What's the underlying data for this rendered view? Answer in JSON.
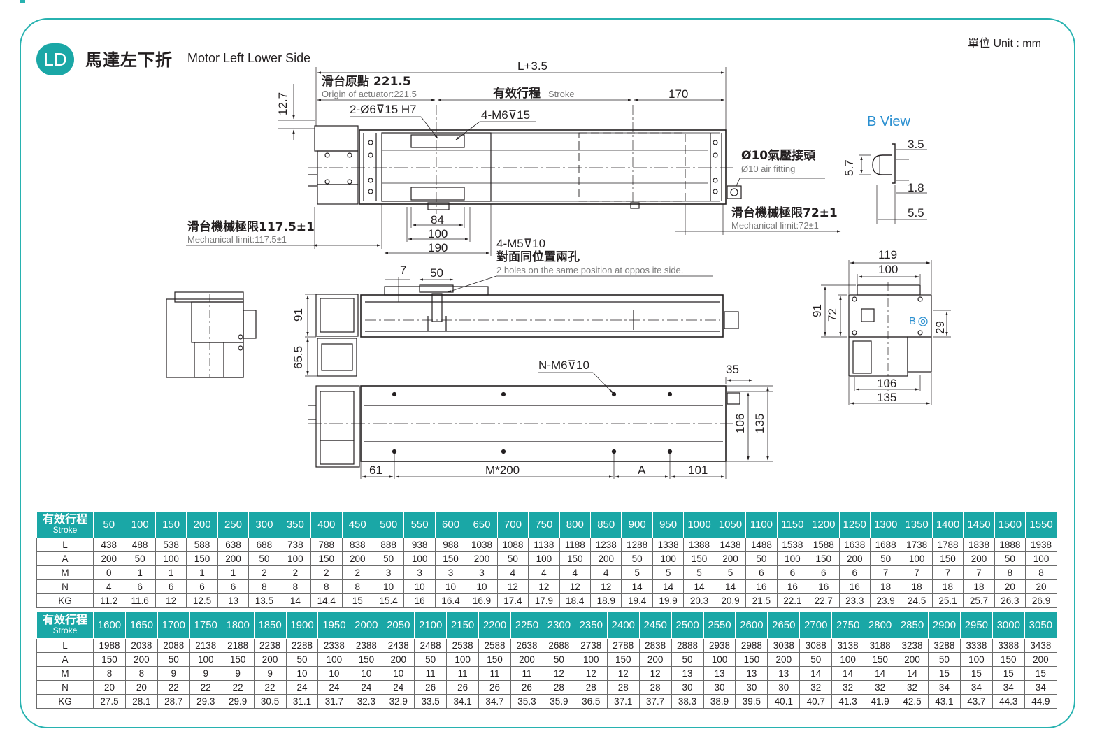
{
  "header": {
    "badge": "LD",
    "title_zh": "馬達左下折",
    "title_en": "Motor Left Lower Side",
    "unit": "單位 Unit : mm"
  },
  "dimensions": {
    "L_plus": "L+3.5",
    "d12_7": "12.7",
    "origin_zh": "滑台原點 221.5",
    "origin_en": "Origin of actuator:221.5",
    "stroke_zh": "有效行程",
    "stroke_en": "Stroke",
    "d170": "170",
    "hole_6": "2-Ø6⊽15 H7",
    "hole_m6": "4-M6⊽15",
    "fitting_zh": "Ø10氣壓接頭",
    "fitting_en": "Ø10 air fitting",
    "mech72_zh": "滑台機械極限72±1",
    "mech72_en": "Mechanical limit:72±1",
    "mech117_zh": "滑台機械極限117.5±1",
    "mech117_en": "Mechanical limit:117.5±1",
    "d84": "84",
    "d100": "100",
    "d190": "190",
    "m5_code": "4-M5⊽10",
    "m5_zh": "對面同位置兩孔",
    "m5_en": "2 holes on the same position at oppos ite side.",
    "d7": "7",
    "d50": "50",
    "d91": "91",
    "d65_5": "65.5",
    "nm6": "N-M6⊽10",
    "d35": "35",
    "d106": "106",
    "d135": "135",
    "d61": "61",
    "m200": "M*200",
    "dA": "A",
    "d101": "101",
    "bview": "B View",
    "bv3_5": "3.5",
    "bv5_7": "5.7",
    "bv1_8": "1.8",
    "bv5_5": "5.5",
    "s119": "119",
    "s100": "100",
    "s91": "91",
    "s72": "72",
    "sB": "B",
    "s29": "29",
    "s106": "106",
    "s135": "135"
  },
  "table1": {
    "head_zh": "有效行程",
    "head_en": "Stroke",
    "strokes": [
      "50",
      "100",
      "150",
      "200",
      "250",
      "300",
      "350",
      "400",
      "450",
      "500",
      "550",
      "600",
      "650",
      "700",
      "750",
      "800",
      "850",
      "900",
      "950",
      "1000",
      "1050",
      "1100",
      "1150",
      "1200",
      "1250",
      "1300",
      "1350",
      "1400",
      "1450",
      "1500",
      "1550"
    ],
    "rows": [
      {
        "label": "L",
        "values": [
          "438",
          "488",
          "538",
          "588",
          "638",
          "688",
          "738",
          "788",
          "838",
          "888",
          "938",
          "988",
          "1038",
          "1088",
          "1138",
          "1188",
          "1238",
          "1288",
          "1338",
          "1388",
          "1438",
          "1488",
          "1538",
          "1588",
          "1638",
          "1688",
          "1738",
          "1788",
          "1838",
          "1888",
          "1938"
        ]
      },
      {
        "label": "A",
        "values": [
          "200",
          "50",
          "100",
          "150",
          "200",
          "50",
          "100",
          "150",
          "200",
          "50",
          "100",
          "150",
          "200",
          "50",
          "100",
          "150",
          "200",
          "50",
          "100",
          "150",
          "200",
          "50",
          "100",
          "150",
          "200",
          "50",
          "100",
          "150",
          "200",
          "50",
          "100"
        ]
      },
      {
        "label": "M",
        "values": [
          "0",
          "1",
          "1",
          "1",
          "1",
          "2",
          "2",
          "2",
          "2",
          "3",
          "3",
          "3",
          "3",
          "4",
          "4",
          "4",
          "4",
          "5",
          "5",
          "5",
          "5",
          "6",
          "6",
          "6",
          "6",
          "7",
          "7",
          "7",
          "7",
          "8",
          "8"
        ]
      },
      {
        "label": "N",
        "values": [
          "4",
          "6",
          "6",
          "6",
          "6",
          "8",
          "8",
          "8",
          "8",
          "10",
          "10",
          "10",
          "10",
          "12",
          "12",
          "12",
          "12",
          "14",
          "14",
          "14",
          "14",
          "16",
          "16",
          "16",
          "16",
          "18",
          "18",
          "18",
          "18",
          "20",
          "20"
        ]
      },
      {
        "label": "KG",
        "values": [
          "11.2",
          "11.6",
          "12",
          "12.5",
          "13",
          "13.5",
          "14",
          "14.4",
          "15",
          "15.4",
          "16",
          "16.4",
          "16.9",
          "17.4",
          "17.9",
          "18.4",
          "18.9",
          "19.4",
          "19.9",
          "20.3",
          "20.9",
          "21.5",
          "22.1",
          "22.7",
          "23.3",
          "23.9",
          "24.5",
          "25.1",
          "25.7",
          "26.3",
          "26.9"
        ]
      }
    ]
  },
  "table2": {
    "head_zh": "有效行程",
    "head_en": "Stroke",
    "strokes": [
      "1600",
      "1650",
      "1700",
      "1750",
      "1800",
      "1850",
      "1900",
      "1950",
      "2000",
      "2050",
      "2100",
      "2150",
      "2200",
      "2250",
      "2300",
      "2350",
      "2400",
      "2450",
      "2500",
      "2550",
      "2600",
      "2650",
      "2700",
      "2750",
      "2800",
      "2850",
      "2900",
      "2950",
      "3000",
      "3050"
    ],
    "rows": [
      {
        "label": "L",
        "values": [
          "1988",
          "2038",
          "2088",
          "2138",
          "2188",
          "2238",
          "2288",
          "2338",
          "2388",
          "2438",
          "2488",
          "2538",
          "2588",
          "2638",
          "2688",
          "2738",
          "2788",
          "2838",
          "2888",
          "2938",
          "2988",
          "3038",
          "3088",
          "3138",
          "3188",
          "3238",
          "3288",
          "3338",
          "3388",
          "3438"
        ]
      },
      {
        "label": "A",
        "values": [
          "150",
          "200",
          "50",
          "100",
          "150",
          "200",
          "50",
          "100",
          "150",
          "200",
          "50",
          "100",
          "150",
          "200",
          "50",
          "100",
          "150",
          "200",
          "50",
          "100",
          "150",
          "200",
          "50",
          "100",
          "150",
          "200",
          "50",
          "100",
          "150",
          "200"
        ]
      },
      {
        "label": "M",
        "values": [
          "8",
          "8",
          "9",
          "9",
          "9",
          "9",
          "10",
          "10",
          "10",
          "10",
          "11",
          "11",
          "11",
          "11",
          "12",
          "12",
          "12",
          "12",
          "13",
          "13",
          "13",
          "13",
          "14",
          "14",
          "14",
          "14",
          "15",
          "15",
          "15",
          "15"
        ]
      },
      {
        "label": "N",
        "values": [
          "20",
          "20",
          "22",
          "22",
          "22",
          "22",
          "24",
          "24",
          "24",
          "24",
          "26",
          "26",
          "26",
          "26",
          "28",
          "28",
          "28",
          "28",
          "30",
          "30",
          "30",
          "30",
          "32",
          "32",
          "32",
          "32",
          "34",
          "34",
          "34",
          "34"
        ]
      },
      {
        "label": "KG",
        "values": [
          "27.5",
          "28.1",
          "28.7",
          "29.3",
          "29.9",
          "30.5",
          "31.1",
          "31.7",
          "32.3",
          "32.9",
          "33.5",
          "34.1",
          "34.7",
          "35.3",
          "35.9",
          "36.5",
          "37.1",
          "37.7",
          "38.3",
          "38.9",
          "39.5",
          "40.1",
          "40.7",
          "41.3",
          "41.9",
          "42.5",
          "43.1",
          "43.7",
          "44.3",
          "44.9"
        ]
      }
    ]
  }
}
